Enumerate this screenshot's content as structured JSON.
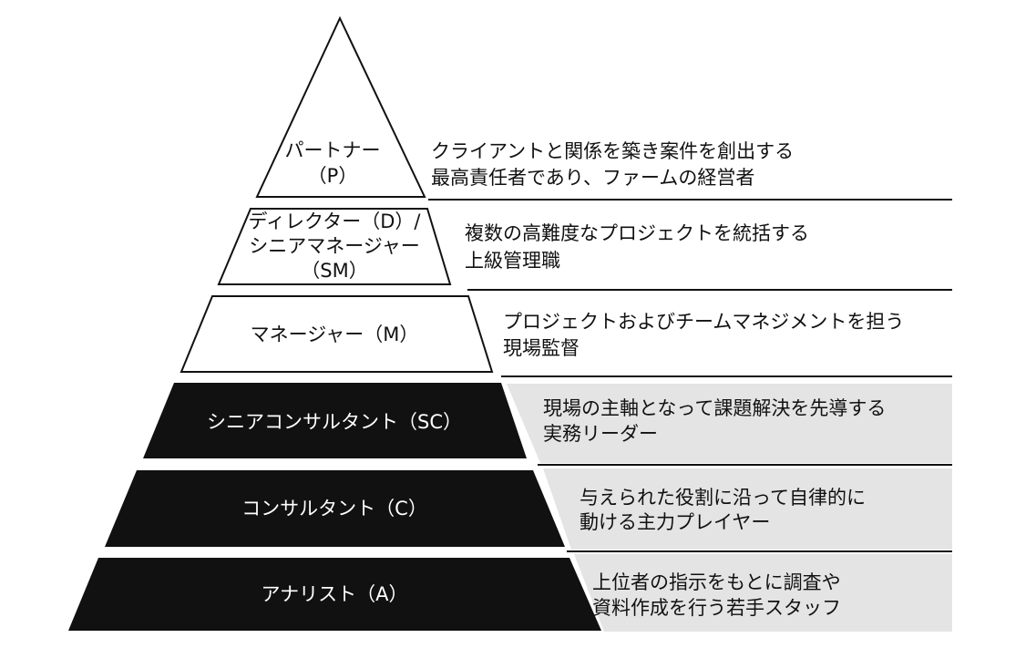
{
  "colors": {
    "dark_tier": "#111111",
    "light_tier": "#ffffff",
    "desc_panel": "#e4e4e4",
    "line": "#111111"
  },
  "tiers": [
    {
      "label": [
        "パートナー",
        "（P）"
      ],
      "desc": [
        "クライアントと関係を築き案件を創出する",
        "最高責任者であり、ファームの経営者"
      ]
    },
    {
      "label": [
        "ディレクター（D）/",
        "シニアマネージャー",
        "（SM）"
      ],
      "desc": [
        "複数の高難度なプロジェクトを統括する",
        "上級管理職"
      ]
    },
    {
      "label": [
        "マネージャー（M）"
      ],
      "desc": [
        "プロジェクトおよびチームマネジメントを担う",
        "現場監督"
      ]
    },
    {
      "label": [
        "シニアコンサルタント（SC）"
      ],
      "desc": [
        "現場の主軸となって課題解決を先導する",
        "実務リーダー"
      ]
    },
    {
      "label": [
        "コンサルタント（C）"
      ],
      "desc": [
        "与えられた役割に沿って自律的に",
        "動ける主力プレイヤー"
      ]
    },
    {
      "label": [
        "アナリスト（A）"
      ],
      "desc": [
        "上位者の指示をもとに調査や",
        "資料作成を行う若手スタッフ"
      ]
    }
  ]
}
